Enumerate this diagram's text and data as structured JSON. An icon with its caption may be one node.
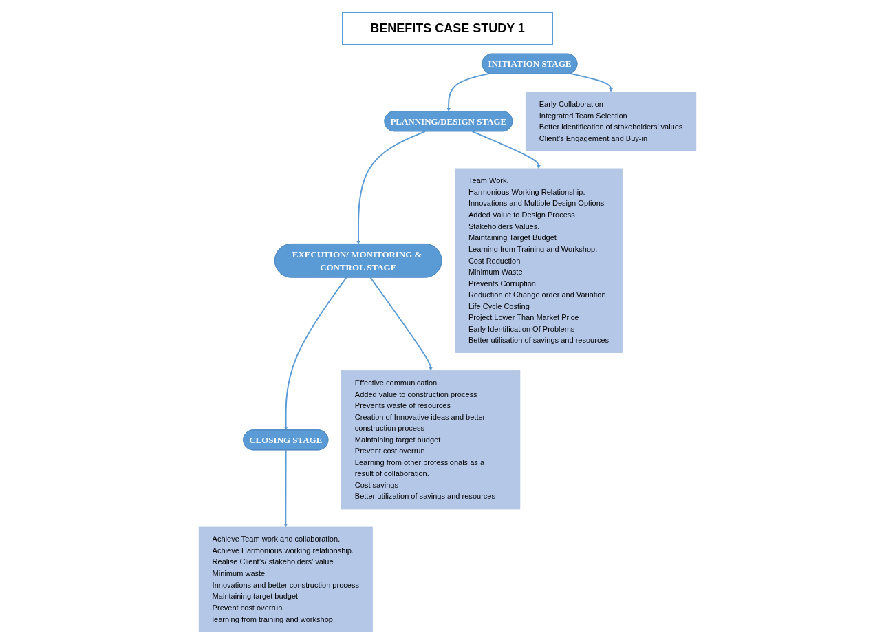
{
  "diagram": {
    "title": "BENEFITS CASE STUDY 1",
    "nodes": [
      {
        "text": [
          "INITIATION STAGE"
        ]
      },
      {
        "text": [
          "PLANNING/DESIGN STAGE"
        ]
      },
      {
        "text": [
          "EXECUTION/ MONITORING & CONTROL STAGE"
        ]
      },
      {
        "text": [
          "CLOSING STAGE"
        ]
      },
      {
        "text": [
          "Early Collaboration",
          "Integrated Team Selection",
          "Better identification of stakeholders’ values",
          "Client’s Engagement and Buy-in"
        ]
      },
      {
        "text": [
          "Team Work.",
          "Harmonious Working Relationship.",
          "Innovations and Multiple Design Options",
          "Added Value to Design Process",
          "Stakeholders Values.",
          "Maintaining Target Budget",
          "Learning from Training and Workshop.",
          "Cost Reduction",
          "Minimum Waste",
          "Prevents Corruption",
          "Reduction of Change order and Variation",
          "Life Cycle Costing",
          "Project Lower Than Market Price",
          "Early Identification Of Problems",
          "Better utilisation of savings and resources"
        ]
      },
      {
        "text": [
          "Effective communication.",
          "Added value to construction process",
          "Prevents waste of resources",
          "Creation of Innovative ideas and better construction process",
          "Maintaining target budget",
          "Prevent cost overrun",
          "Learning from other professionals as a result of collaboration.",
          "Cost savings",
          "Better utilization of savings and resources"
        ]
      },
      {
        "text": [
          "Achieve Team work and collaboration.",
          "Achieve Harmonious working relationship.",
          "Realise Client’s/ stakeholders’ value",
          "Minimum waste",
          "Innovations and better construction process",
          "Maintaining target budget",
          "Prevent cost overrun",
          "learning from training and workshop."
        ]
      }
    ],
    "edges": [
      {
        "from": 0,
        "to": 1,
        "arrow": "to"
      },
      {
        "from": 1,
        "to": 2,
        "arrow": "to"
      },
      {
        "from": 2,
        "to": 3,
        "arrow": "to"
      },
      {
        "from": 0,
        "to": 4,
        "arrow": "to"
      },
      {
        "from": 1,
        "to": 5,
        "arrow": "to"
      },
      {
        "from": 2,
        "to": 6,
        "arrow": "to"
      },
      {
        "from": 3,
        "to": 7,
        "arrow": "to"
      }
    ]
  }
}
